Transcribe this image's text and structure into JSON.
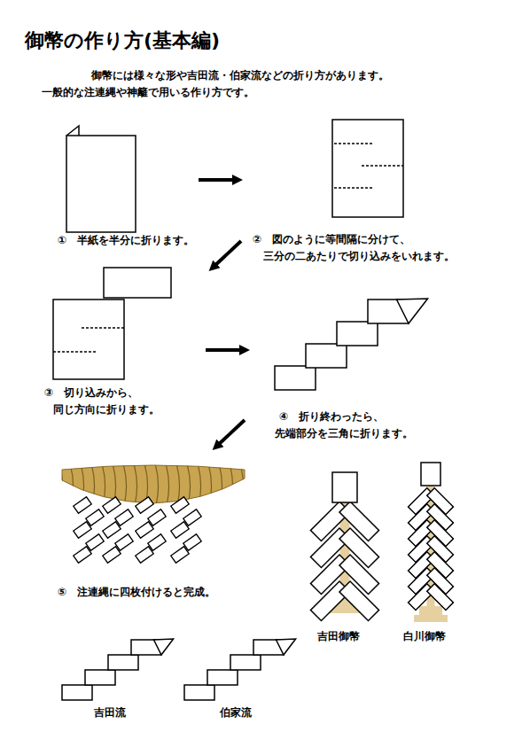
{
  "diagram": {
    "title": "御幣の作り方(基本編)",
    "labels": [
      "御幣には様々な形や吉田流・伯家流などの折り方があります。 一般的な注連縄や神籬で用いる作り方です。",
      "①　半紙を半分に折ります。",
      "②　図のように等間隔に分けて、 三分の二あたりで切り込みをいれます。",
      "③　切り込みから、 同じ方向に折ります。",
      "④　折り終わったら、 先端部分を三角に折ります。",
      "⑤　注連縄に四枚付けると完成。",
      "吉田御幣",
      "白川御幣",
      "吉田流",
      "伯家流"
    ]
  }
}
